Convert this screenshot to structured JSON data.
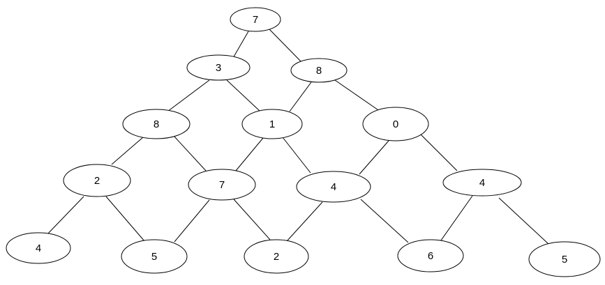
{
  "diagram": {
    "stroke_color": "#000000",
    "fill_color": "#ffffff",
    "nodes": [
      {
        "id": "n0",
        "label": "7"
      },
      {
        "id": "n1",
        "label": "3"
      },
      {
        "id": "n2",
        "label": "8"
      },
      {
        "id": "n3",
        "label": "8"
      },
      {
        "id": "n4",
        "label": "1"
      },
      {
        "id": "n5",
        "label": "0"
      },
      {
        "id": "n6",
        "label": "2"
      },
      {
        "id": "n7",
        "label": "7"
      },
      {
        "id": "n8",
        "label": "4"
      },
      {
        "id": "n9",
        "label": "4"
      },
      {
        "id": "n10",
        "label": "4"
      },
      {
        "id": "n11",
        "label": "5"
      },
      {
        "id": "n12",
        "label": "2"
      },
      {
        "id": "n13",
        "label": "6"
      },
      {
        "id": "n14",
        "label": "5"
      }
    ],
    "edges": [
      [
        "n0",
        "n1"
      ],
      [
        "n0",
        "n2"
      ],
      [
        "n1",
        "n3"
      ],
      [
        "n1",
        "n4"
      ],
      [
        "n2",
        "n4"
      ],
      [
        "n2",
        "n5"
      ],
      [
        "n3",
        "n6"
      ],
      [
        "n3",
        "n7"
      ],
      [
        "n4",
        "n7"
      ],
      [
        "n4",
        "n8"
      ],
      [
        "n5",
        "n8"
      ],
      [
        "n5",
        "n9"
      ],
      [
        "n6",
        "n10"
      ],
      [
        "n6",
        "n11"
      ],
      [
        "n7",
        "n11"
      ],
      [
        "n7",
        "n12"
      ],
      [
        "n8",
        "n12"
      ],
      [
        "n8",
        "n13"
      ],
      [
        "n9",
        "n13"
      ],
      [
        "n9",
        "n14"
      ]
    ]
  }
}
